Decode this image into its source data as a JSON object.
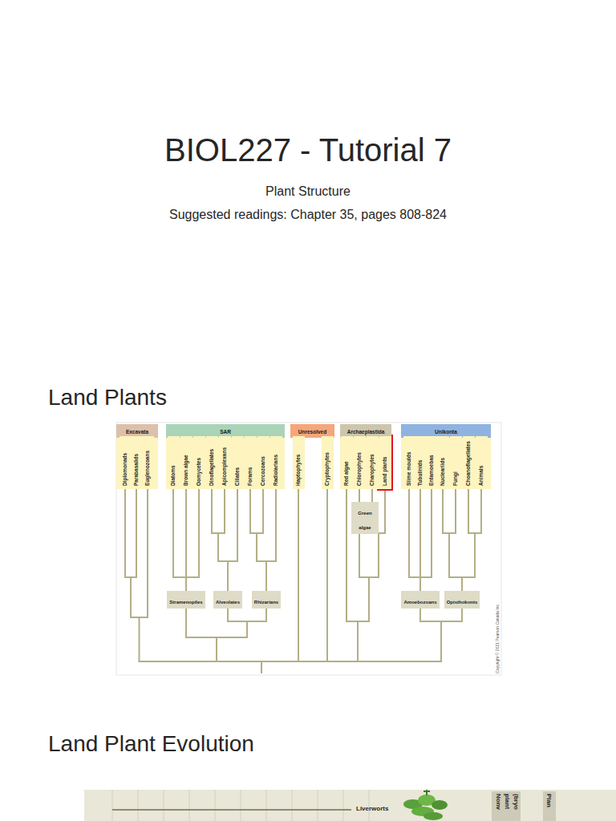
{
  "diagram": {
    "title": "BIOL227 - Tutorial 7",
    "nodes": [
      {
        "text": [
          "Excavata"
        ]
      },
      {
        "text": [
          "SAR"
        ]
      },
      {
        "text": [
          "Unresolved"
        ]
      },
      {
        "text": [
          "Archaeplastida"
        ]
      },
      {
        "text": [
          "Unikonta"
        ]
      },
      {
        "text": [
          "Diplomonads"
        ]
      },
      {
        "text": [
          "Parabasalids"
        ]
      },
      {
        "text": [
          "Euglenozoans"
        ]
      },
      {
        "text": [
          "Diatoms"
        ]
      },
      {
        "text": [
          "Brown algae"
        ]
      },
      {
        "text": [
          "Oomycetes"
        ]
      },
      {
        "text": [
          "Dinoflagellates"
        ]
      },
      {
        "text": [
          "Apicomplexans"
        ]
      },
      {
        "text": [
          "Ciliates"
        ]
      },
      {
        "text": [
          "Forams"
        ]
      },
      {
        "text": [
          "Cercozoans"
        ]
      },
      {
        "text": [
          "Radiolarians"
        ]
      },
      {
        "text": [
          "Haptophytes"
        ]
      },
      {
        "text": [
          "Cryptophytes"
        ]
      },
      {
        "text": [
          "Red algae"
        ]
      },
      {
        "text": [
          "Chlorophytes"
        ]
      },
      {
        "text": [
          "Charophytes"
        ]
      },
      {
        "text": [
          "Land plants"
        ]
      },
      {
        "text": [
          "Slime moulds"
        ]
      },
      {
        "text": [
          "Tubulinids"
        ]
      },
      {
        "text": [
          "Entamoebas"
        ]
      },
      {
        "text": [
          "Nucleariids"
        ]
      },
      {
        "text": [
          "Fungi"
        ]
      },
      {
        "text": [
          "Choanoflagellates"
        ]
      },
      {
        "text": [
          "Animals"
        ]
      },
      {
        "text": [
          "Green algae"
        ]
      },
      {
        "text": [
          "Stramenopiles"
        ]
      },
      {
        "text": [
          "Alveolates"
        ]
      },
      {
        "text": [
          "Rhizarians"
        ]
      },
      {
        "text": [
          "Amoebozoans"
        ]
      },
      {
        "text": [
          "Opisthokonts"
        ]
      }
    ],
    "labels": [
      "Plant Structure",
      "Suggested readings: Chapter 35, pages 808-824",
      "Land Plants",
      "Copyright © 2021 Pearson Canada Inc.",
      "Land Plant Evolution",
      "Liverworts",
      "Nonv",
      "plant",
      "(bryo",
      "Plan"
    ]
  }
}
